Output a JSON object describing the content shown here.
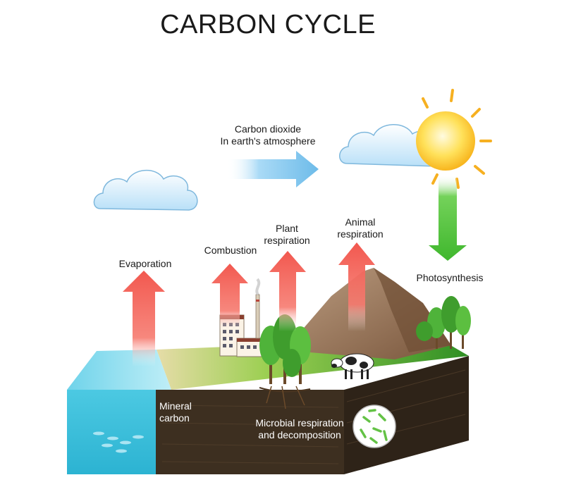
{
  "title": "CARBON CYCLE",
  "labels": {
    "atmosphere_line1": "Carbon dioxide",
    "atmosphere_line2": "In earth's atmosphere",
    "evaporation": "Evaporation",
    "combustion": "Combustion",
    "plant_resp_line1": "Plant",
    "plant_resp_line2": "respiration",
    "animal_resp_line1": "Animal",
    "animal_resp_line2": "respiration",
    "photosynthesis": "Photosynthesis",
    "mineral_line1": "Mineral",
    "mineral_line2": "carbon",
    "microbial_line1": "Microbial respiration",
    "microbial_line2": "and decomposition"
  },
  "colors": {
    "up_arrow": "#f25c54",
    "photosynthesis_arrow": "#4cc23a",
    "co2_arrow": "#7fc6ee",
    "water": "#3ec3df",
    "soil": "#3a2d1f",
    "grass": "#3f9d2d",
    "sun": "#ffd21f",
    "cloud": "#cfe9fb",
    "mountain": "#9b7659"
  }
}
